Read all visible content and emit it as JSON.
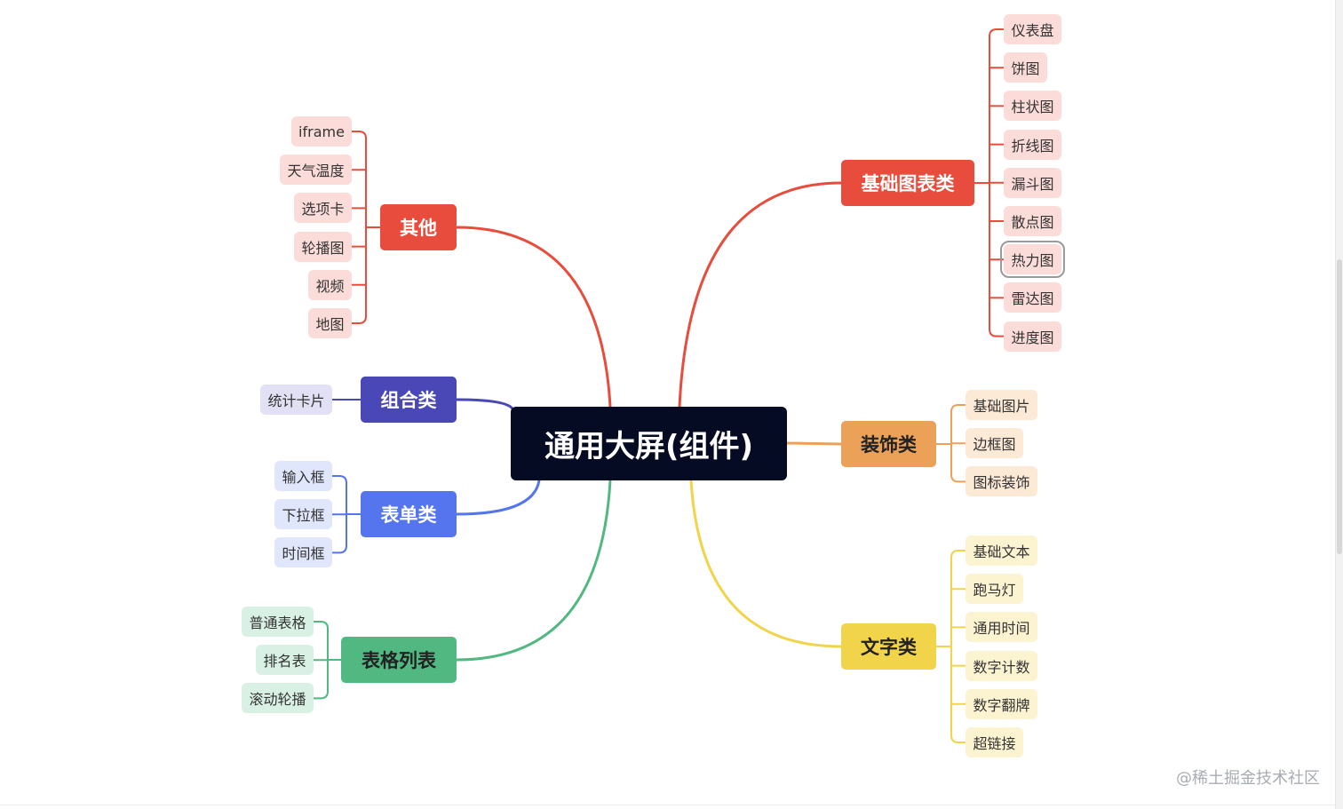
{
  "mindmap": {
    "root": {
      "label": "通用大屏(组件)",
      "color": "#060b24"
    },
    "branches": [
      {
        "id": "base-charts",
        "label": "基础图表类",
        "color": "#e74c3c",
        "text_color": "#ffffff",
        "leaf_bg": "#fbdcd9",
        "children": [
          "仪表盘",
          "饼图",
          "柱状图",
          "折线图",
          "漏斗图",
          "散点图",
          "热力图",
          "雷达图",
          "进度图"
        ],
        "selected_child": "热力图"
      },
      {
        "id": "decoration",
        "label": "装饰类",
        "color": "#eba158",
        "text_color": "#222222",
        "leaf_bg": "#fce9d6",
        "children": [
          "基础图片",
          "边框图",
          "图标装饰"
        ]
      },
      {
        "id": "text",
        "label": "文字类",
        "color": "#f1d44a",
        "text_color": "#222222",
        "leaf_bg": "#fcf3d0",
        "children": [
          "基础文本",
          "跑马灯",
          "通用时间",
          "数字计数",
          "数字翻牌",
          "超链接"
        ]
      },
      {
        "id": "other",
        "label": "其他",
        "color": "#e74c3c",
        "text_color": "#ffffff",
        "leaf_bg": "#fbdcd9",
        "children": [
          "iframe",
          "天气温度",
          "选项卡",
          "轮播图",
          "视频",
          "地图"
        ]
      },
      {
        "id": "combo",
        "label": "组合类",
        "color": "#4a47b7",
        "text_color": "#ffffff",
        "leaf_bg": "#e1e0f4",
        "children": [
          "统计卡片"
        ]
      },
      {
        "id": "form",
        "label": "表单类",
        "color": "#5575ef",
        "text_color": "#ffffff",
        "leaf_bg": "#e0e6fc",
        "children": [
          "输入框",
          "下拉框",
          "时间框"
        ]
      },
      {
        "id": "table",
        "label": "表格列表",
        "color": "#52b882",
        "text_color": "#222222",
        "leaf_bg": "#d9f1e4",
        "children": [
          "普通表格",
          "排名表",
          "滚动轮播"
        ]
      }
    ]
  },
  "watermark": "@稀土掘金技术社区"
}
